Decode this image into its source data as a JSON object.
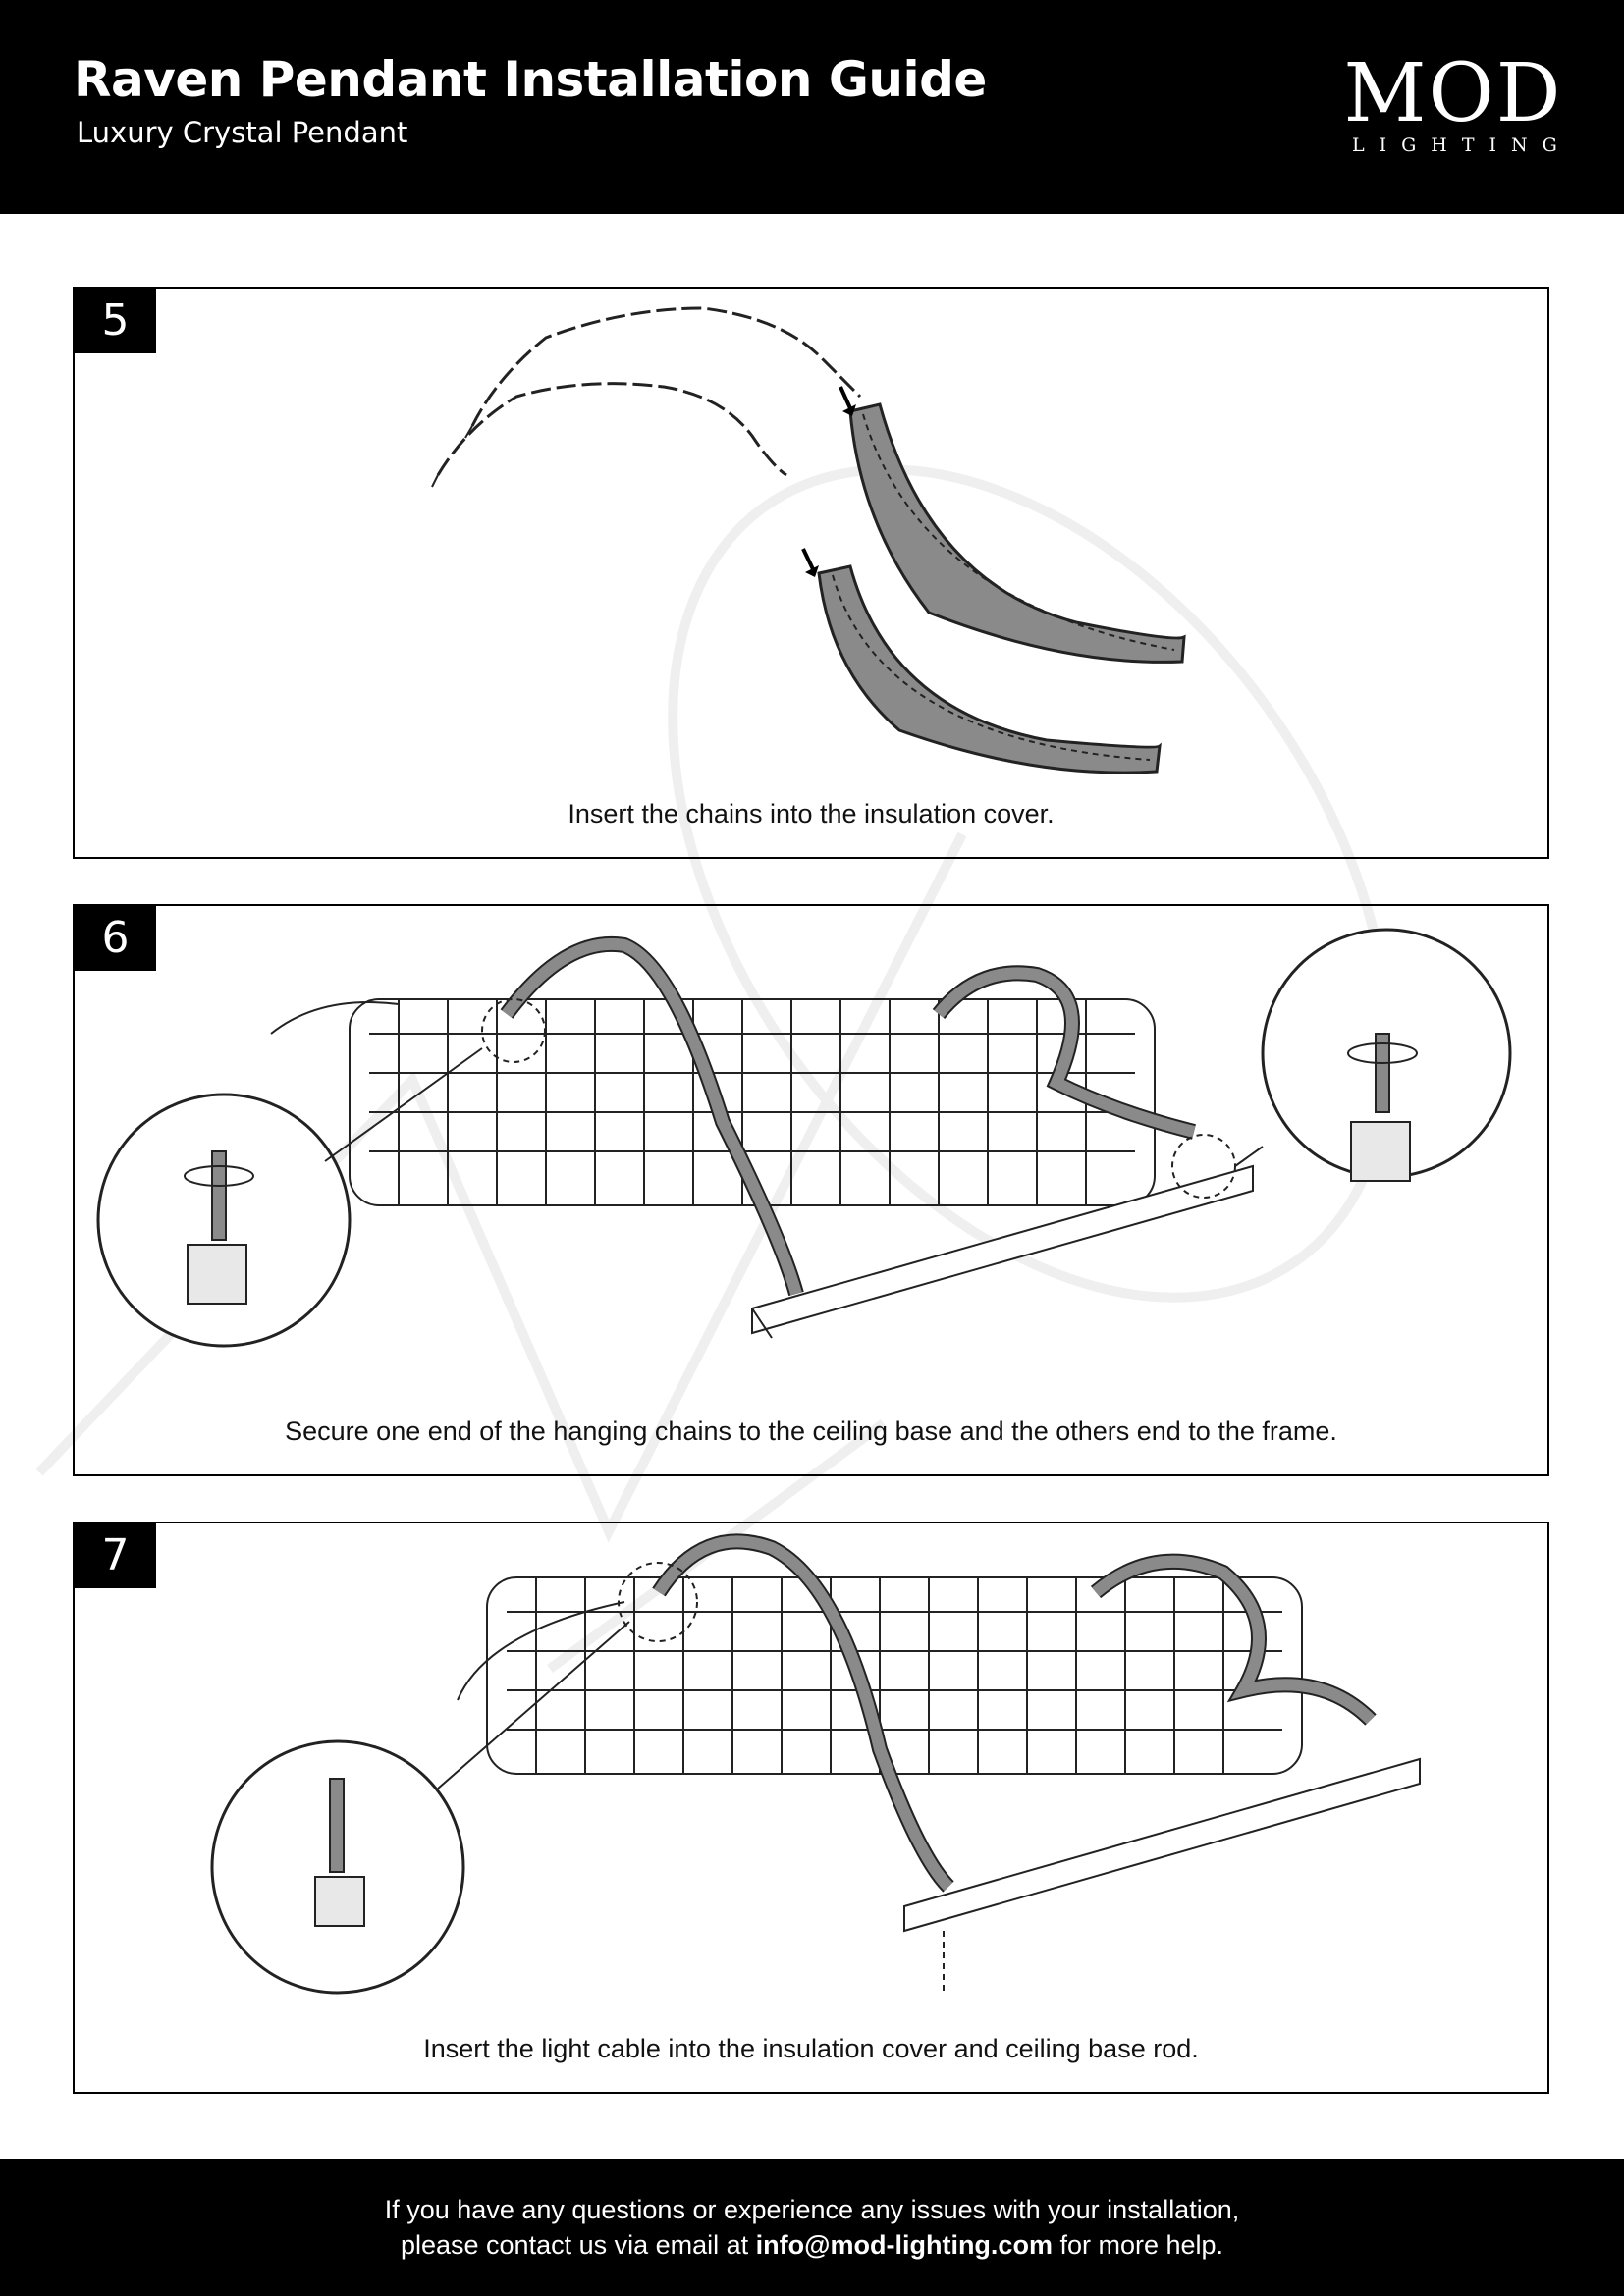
{
  "header": {
    "title": "Raven Pendant Installation Guide",
    "subtitle": "Luxury Crystal Pendant",
    "logo_main": "MOD",
    "logo_sub": "LIGHTING"
  },
  "steps": [
    {
      "number": "5",
      "caption": "Insert the chains into the insulation cover."
    },
    {
      "number": "6",
      "caption": "Secure one end of the hanging chains to the ceiling base and the others end to the frame."
    },
    {
      "number": "7",
      "caption": "Insert the light cable into the insulation cover and ceiling base rod."
    }
  ],
  "footer": {
    "line1": "If you have any questions or experience any issues with your installation,",
    "line2_prefix": "please contact us via email at ",
    "email": "info@mod-lighting.com",
    "line2_suffix": " for more help."
  },
  "colors": {
    "header_bg": "#000000",
    "cover_gray": "#8a8a8a",
    "watermark": "#f1f1f1"
  }
}
